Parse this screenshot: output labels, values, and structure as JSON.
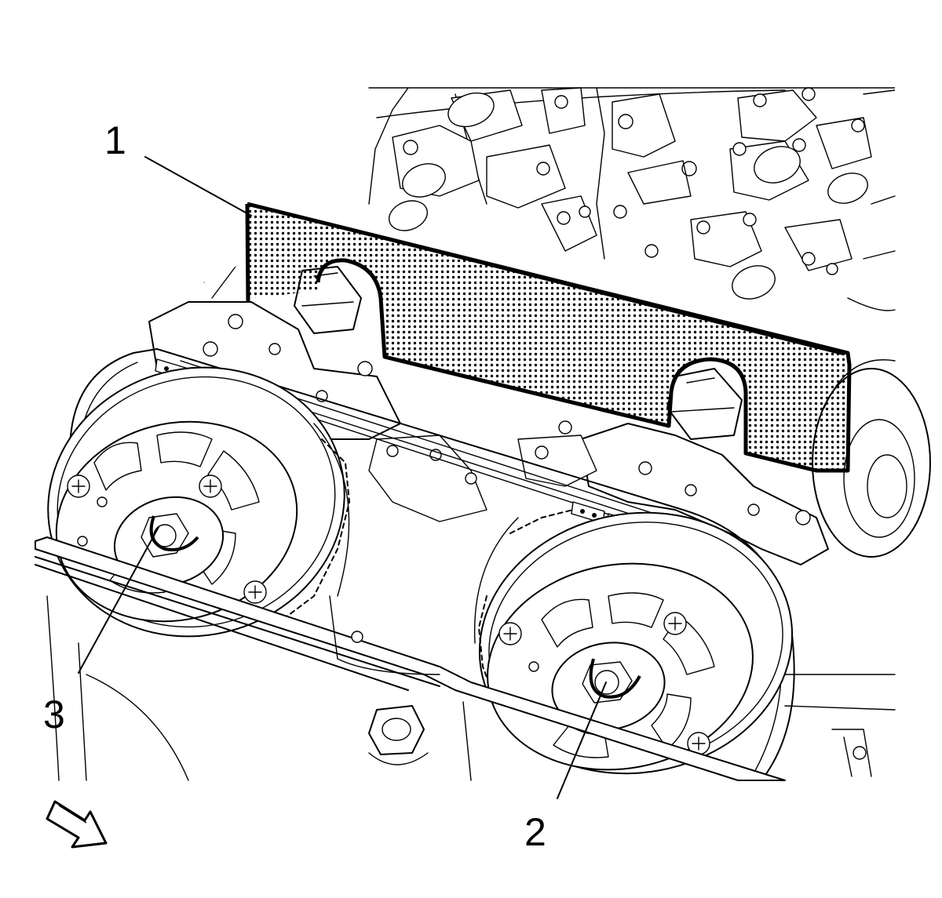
{
  "callouts": {
    "one": "1",
    "two": "2",
    "three": "3"
  },
  "icons": {
    "direction": "direction-arrow-icon"
  },
  "colors": {
    "line": "#000000",
    "background": "#ffffff"
  }
}
